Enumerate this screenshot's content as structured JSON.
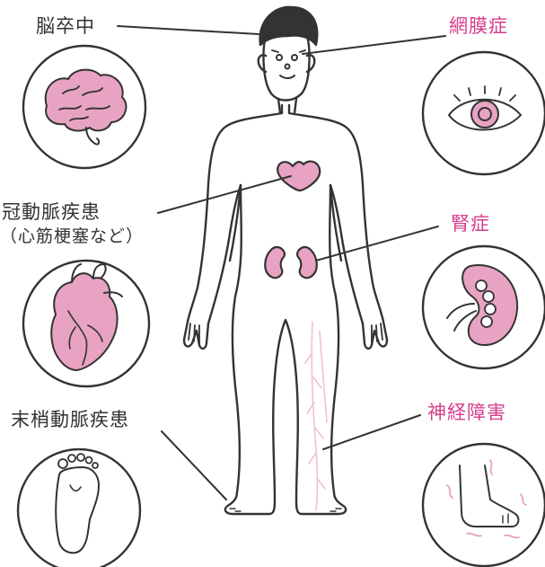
{
  "colors": {
    "outline": "#333333",
    "accent_text": "#d63d8c",
    "organ_fill": "#e8a3c3",
    "nerve_line": "#f2c0d4",
    "skin": "#ffffff"
  },
  "left_labels": {
    "stroke": "脳卒中",
    "coronary_line1": "冠動脈疾患",
    "coronary_line2": "（心筋梗塞など）",
    "peripheral": "末梢動脈疾患"
  },
  "right_labels": {
    "retinopathy": "網膜症",
    "nephropathy": "腎症",
    "neuropathy": "神経障害"
  },
  "icons": [
    "brain-icon",
    "heart-organ-icon",
    "foot-sole-icon",
    "eye-icon",
    "kidney-icon",
    "numb-foot-icon"
  ]
}
